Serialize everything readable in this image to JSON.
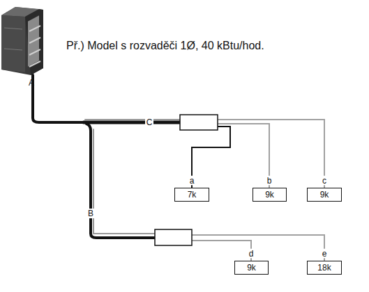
{
  "diagram": {
    "nodes": [
      {
        "text": [
          "7k"
        ]
      },
      {
        "text": [
          "9k"
        ]
      },
      {
        "text": [
          "9k"
        ]
      },
      {
        "text": [
          "9k"
        ]
      },
      {
        "text": [
          "18k"
        ]
      }
    ],
    "labels": [
      "Př.) Model s rozvaděči 1Ø, 40 kBtu/hod.",
      "A",
      "C",
      "B",
      "a",
      "b",
      "c",
      "d",
      "e"
    ]
  }
}
